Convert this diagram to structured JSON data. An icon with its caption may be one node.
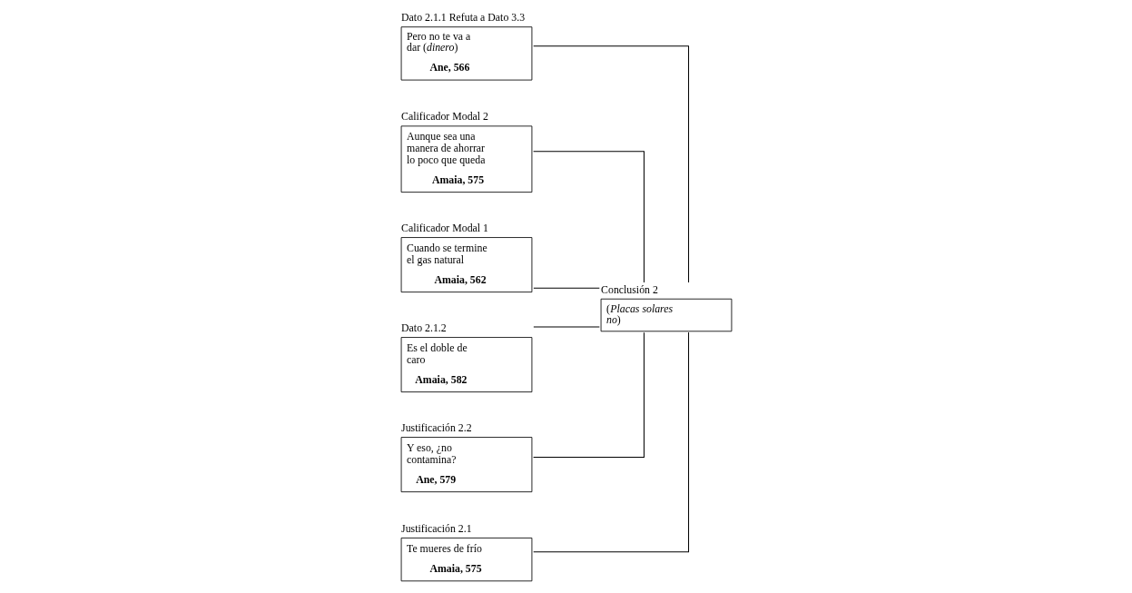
{
  "diagram": {
    "nodes": [
      {
        "text": [
          "Dato 2.1.1 Refuta a Dato 3.3",
          "Pero no te va a dar (*dinero*)",
          "Ane, 566"
        ]
      },
      {
        "text": [
          "Calificador Modal 2",
          "Aunque sea una manera de ahorrar lo poco que queda",
          "Amaia, 575"
        ]
      },
      {
        "text": [
          "Calificador Modal 1",
          "Cuando se termine el gas natural",
          "Amaia, 562"
        ]
      },
      {
        "text": [
          "Dato 2.1.2",
          "Es el doble de caro",
          "Amaia, 582"
        ]
      },
      {
        "text": [
          "Conclusión 2",
          "(*Placas solares no*)"
        ]
      },
      {
        "text": [
          "Justificación 2.2",
          "Y eso, ¿no contamina?",
          "Ane, 579"
        ]
      },
      {
        "text": [
          "Justificación 2.1",
          "Te mueres de frío",
          "Amaia, 575"
        ]
      }
    ],
    "edges": [
      {
        "from": 0,
        "to": 4,
        "arrow": "none"
      },
      {
        "from": 3,
        "to": 4,
        "arrow": "none"
      },
      {
        "from": 1,
        "to": 4,
        "arrow": "none"
      },
      {
        "from": 2,
        "to": 4,
        "arrow": "none"
      },
      {
        "from": 5,
        "to": 4,
        "arrow": "none"
      },
      {
        "from": 6,
        "to": 4,
        "arrow": "none"
      }
    ]
  }
}
